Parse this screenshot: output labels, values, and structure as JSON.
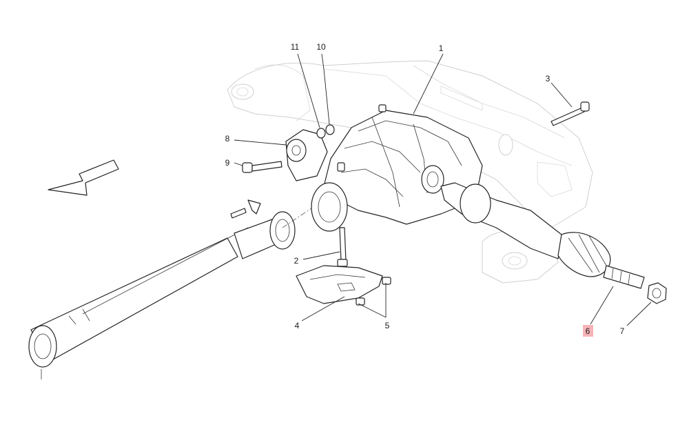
{
  "colors": {
    "line": "#222222",
    "ghost": "#cfcfcf",
    "highlight": "#f6b3b8"
  },
  "callouts": {
    "c1": "1",
    "c2": "2",
    "c3": "3",
    "c4": "4",
    "c5": "5",
    "c6": "6",
    "c7": "7",
    "c8": "8",
    "c9": "9",
    "c10": "10",
    "c11": "11"
  },
  "selected_callout": "6",
  "icons": {
    "direction": "front-arrow-icon"
  }
}
